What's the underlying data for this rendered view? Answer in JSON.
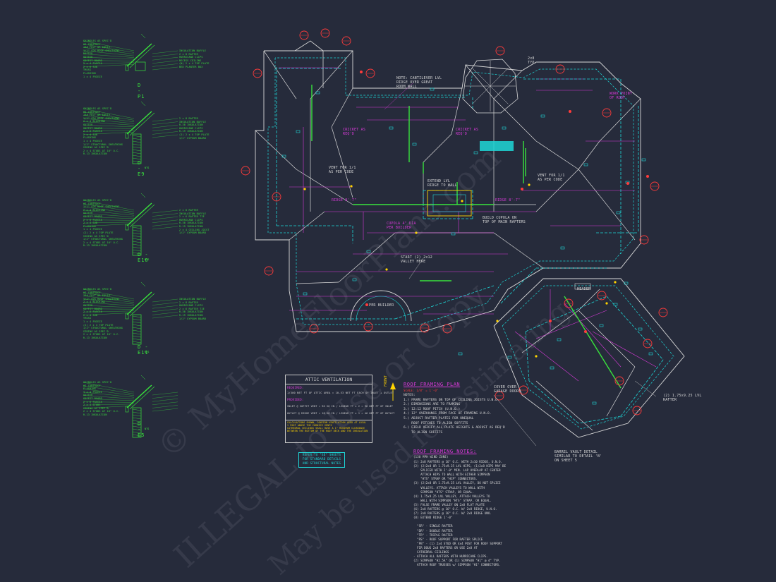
{
  "colors": {
    "background": "#262b3b",
    "green": "#39e43c",
    "cyan": "#1ed8d8",
    "magenta": "#d83ad8",
    "red": "#ff3b3b",
    "white": "#d8d8d8",
    "yellow": "#ffd400"
  },
  "details": [
    {
      "title": "D - P1",
      "sub": "",
      "left": [
        "SHINGLES AS SPEC'D",
        "AS CONTRACT",
        "15# FELT OR EQUIV.",
        "1/2\" CDX ROOF SHEATHING",
        "RAFTER",
        "GUTTER",
        "SOFFIT BOARD",
        "2 x 4 FASCIA",
        "2 x 6 SUB",
        "TRUSS",
        "FLASHING",
        "1 x 4 FRIEZE"
      ],
      "right": [
        "INSULATION BAFFLE",
        "2 x 8 RAFTER",
        "HURRICANE CLIPS",
        "RECESS CEILING",
        "(N) 2 x 4 TOP PLATE",
        "BED PLANTER BOX"
      ]
    },
    {
      "title": "D - E9",
      "sub": "NTS",
      "left": [
        "SHINGLES AS SPEC'D",
        "AS CONTRACT",
        "15# FELT OR EQUIV.",
        "1/2\" CDX ROOF SHEATHING",
        "2 x 4 BLOCKING",
        "GUTTER",
        "SOFFIT BOARD",
        "2 x 6 FASCIA",
        "2 x 4 SUB",
        "FLASHING",
        "1 x 4 FRIEZE",
        "1/2\" STRUCTURAL SHEATHING",
        "SIDING AS SPEC'D",
        "2 x 4 STUDS AT 16\" O.C.",
        "R-13 INSULATION"
      ],
      "right": [
        "2 x 8 RAFTER",
        "INSULATION BAFFLE",
        "R-38 INSULATION",
        "HURRICANE CLIPS",
        "R-19 INSULATION",
        "(2) 2 x 4 TOP PLATE",
        "1/2\" GYPSUM BOARD"
      ]
    },
    {
      "title": "D - E10",
      "sub": "NTS",
      "left": [
        "SHINGLES AS SPEC'D",
        "AS CONTRACT",
        "1/2\" CDX ROOF SHEATHING",
        "2 x 4 BLOCKING",
        "GUTTER",
        "SOFFIT BOARD",
        "2 x 6 FASCIA",
        "2 x 4 SUB",
        "FLASHING",
        "1 x 4 FRIEZE",
        "(2) 2 x 4 TOP PLATE",
        "SIDING AS SPEC'D",
        "1/2\" STRUCTURAL SHEATHING",
        "2 x 4 STUDS AT 16\" O.C.",
        "R-13 INSULATION"
      ],
      "right": [
        "2 x 8 RAFTER",
        "INSULATION BAFFLE",
        "2 x 6 RAFTER TIE",
        "HURRICANE CLIPS",
        "R-38 INSULATION",
        "R-19 INSULATION",
        "2 x 4 CEILING JOIST",
        "1/2\" GYPSUM BOARD"
      ]
    },
    {
      "title": "D - E11",
      "sub": "NTS",
      "left": [
        "SHINGLES AS SPEC'D",
        "AS CONTRACT",
        "15# FELT OR EQUIV.",
        "1/2\" CDX ROOF SHEATHING",
        "2 x 4 BLOCKING",
        "GUTTER",
        "SOFFIT BOARD",
        "2 x 6 FASCIA",
        "2 x 4 SUB",
        "TRUSS",
        "1 x 4 FRIEZE",
        "(2) 2 x 4 TOP PLATE",
        "1/2\" STRUCTURAL SHEATHING",
        "SIDING AS SPEC'D",
        "2 x 4 STUDS AT 16\" O.C.",
        "R-13 INSULATION"
      ],
      "right": [
        "INSULATION BAFFLE",
        "2 x 8 RAFTER",
        "HURRICANE CLIPS",
        "2 x 6 RAFTER TIE",
        "R-38 INSULATION",
        "R-19 INSULATION",
        "1/2\" GYPSUM BOARD"
      ]
    },
    {
      "title": "D - E5",
      "sub": "NTS",
      "left": [
        "SHINGLES AS SPEC'D",
        "AS CONTRACT",
        "FLASHING",
        "1 x 4 FRIEZE",
        "GUTTER",
        "SOFFIT BOARD",
        "2 x 6 FASCIA",
        "2 x 4 STUDS",
        "SIDING AS SPEC'D",
        "2 x 4 STUDS AT 16\" O.C.",
        "R-13 INSULATION"
      ],
      "right": []
    }
  ],
  "plan_labels": {
    "cantilever": [
      "NOTE: CANTILEVER LVL",
      "RIDGE OVER GREAT",
      "ROOM WALL"
    ],
    "cricket_l": [
      "CRICKET AS",
      "REQ'D"
    ],
    "cricket_r": [
      "CRICKET AS",
      "REQ'D"
    ],
    "vent_l": [
      "VENT FOR 1/1",
      "AS PER CODE"
    ],
    "vent_r": [
      "VENT FOR 1/1",
      "AS PER CODE"
    ],
    "extend": [
      "EXTEND LVL",
      "RIDGE TO WALL"
    ],
    "cupola_l": [
      "CUPOLA 4\" DIA",
      "PER BUILDER"
    ],
    "cupola_r": [
      "BUILD CUPOLA ON",
      "TOP OF MAIN RAFTERS"
    ],
    "start_valley": [
      "START (2) 2x12",
      "VALLEY HERE"
    ],
    "per_builder": "PER BUILDER",
    "work_point": [
      "WORK POINT",
      "OF ROOF"
    ],
    "header": "HEADER",
    "barrel": [
      "BARREL VAULT DETAIL",
      "SIMILAR TO DETAIL 'B'",
      "ON SHEET 5"
    ],
    "lvl_rafter": [
      "(2) 1.75x9.25 LVL",
      "RAFTER"
    ],
    "cover_left": [
      "COVER OVER",
      "GARAGE DOORS"
    ],
    "ridge1": "RIDGE 8'-7\"",
    "ridge2": "RIDGE 8'-7\"",
    "front": "FRONT",
    "rid_lr": "RIDGE 8'-0\"",
    "two_x8": [
      "2x8",
      "TYP."
    ]
  },
  "attic": {
    "title": "ATTIC VENTILATION",
    "required": "REQUIRED:",
    "req_line": "1/300 NET FT OF ATTIC AREA = 10.53 NET FT EACH OF INLET + OUTLET",
    "provided": "PROVIDED:",
    "rows": [
      "INLET @ SOFFIT VENT = 96 SQ IN / LINEAR FT x 2 = 96 NET FT OF INLET",
      "OUTLET @ RIDGE VENT = 18 SQ IN / LINEAR FT x 1 = 46 NET FT OF OUTLET"
    ],
    "notes": [
      "CALCULATIONS SHOWN, CONFIRM VENTILATION USED AT LOCAL",
      "1 FOOT ABOVE THE CORNICE VENTS",
      "CATHEDRAL CEILINGS SHALL HAVE A 1\" MINIMUM CLEARANCE",
      "BETWEEN THE BOTTOM OF THE ROOF DECK AND THE INSULATION"
    ]
  },
  "refer": [
    "REFER TO \"SD\" SHEETS",
    "FOR STANDARD DETAILS",
    "AND STRUCTURAL NOTES"
  ],
  "plan_title": "ROOF FRAMING PLAN",
  "plan_scale": "SCALE: 1/8\" = 1'-0\"",
  "plan_notes": "NOTES:\n1.) FRAME RAFTERS ON TOP OF CEILING JOISTS U.N.O.\n2.) DIMENSIONS ARE TO FRAMING\n3.) 12:12 ROOF PITCH (U.N.O.)\n4.) 12\" OVERHANGS FROM FACE OF FRAMING U.N.O.\n5.) ADJUST RAFTER PLATES FOR UNEQUAL\n    ROOF PITCHES TO ALIGN SOFFITS\n6.) FIELD VERIFY ALL PLATE HEIGHTS & ADJUST AS REQ'D\n    TO ALIGN SOFFITS",
  "framing_title": "ROOF FRAMING NOTES:",
  "framing_sub": "(130 MPH WIND ZONE)",
  "framing_notes": "(1) 2x8 RAFTERS @ 16\" O.C. WITH 2x10 RIDGE, U.N.O.\n(2) (2)2x8 OR 1.75x9.25 LVL HIPS, (1)2x8 HIPS MAY BE\n    SPLICED WITH 2'-0\" MIN. LAP OVERLAP AT CENTER\n    ATTACH HIPS TO WALL WITH EITHER SIMPSON\n    \"HTS\" STRAP OR \"HCP\" CONNECTORS.\n(3) (2)2x8 OR 1.75x9.25 LVL VALLEY, DO NOT SPLICE\n    VALLEYS. ATTACH VALLEYS TO WALL WITH\n    SIMPSON \"HTS\" STRAP, OR EQUAL.\n(4) 1.75x9.25 LVL VALLEY, ATTACH VALLEYS TO\n    WALL WITH SIMPSON \"HTS\" STRAP, OR EQUAL.\n(5) FALSE FRAME VALLEY ON 2x8 FLAT PLATE\n(6) 2x8 RAFTERS @ 16\" O.C. W/ 2x8 RIDGE, U.N.O.\n(7) 2x8 RAFTERS @ 16\" O.C. W/ 2x8 RIDGE UNO.\n(8) EXTEND RIDGE 1'-0\"\n\n  \"SR\" - SINGLE RAFTER\n  \"DR\" - DOUBLE RAFTER\n  \"TR\" - TRIPLE RAFTER\n  \"RS\" - ROOF SUPPORT FOR RAFTER SPLICE\n  \"PB\" - (1) 2x4 STUD OR 4x4 POST FOR ROOF SUPPORT\n  FIR DOUG 2x8 RAFTERS OR USE 2x8 AT\n  CATHEDRAL CEILINGS\n- ATTACH ALL RAFTERS WITH HURRICANE CLIPS.\n(2) SIMPSON \"H2.5A\" OR (1) SIMPSON \"H1\" @ 4\" TYP.\n  ATTACH ROOF TRUSSES w/ SIMPSON \"H1\" CONNECTORS.",
  "watermarks": [
    "© MyHomeFloorPlans.com",
    "ILLEGAL to Use or Copy",
    "May be used for estimating"
  ],
  "tags": [
    "D\nE11",
    "D\nE10",
    "D\nE9",
    "D\nE11",
    "D\nE10",
    "D\nE9",
    "D\nE11",
    "D\nE10",
    "D\nE9",
    "D\nE11",
    "D\nE9",
    "D\nE10",
    "D\nE10",
    "D\nE11",
    "D\nE9",
    "D\nE10",
    "D\nE10",
    "D\nE11",
    "D\nE9",
    "D\nE10"
  ]
}
